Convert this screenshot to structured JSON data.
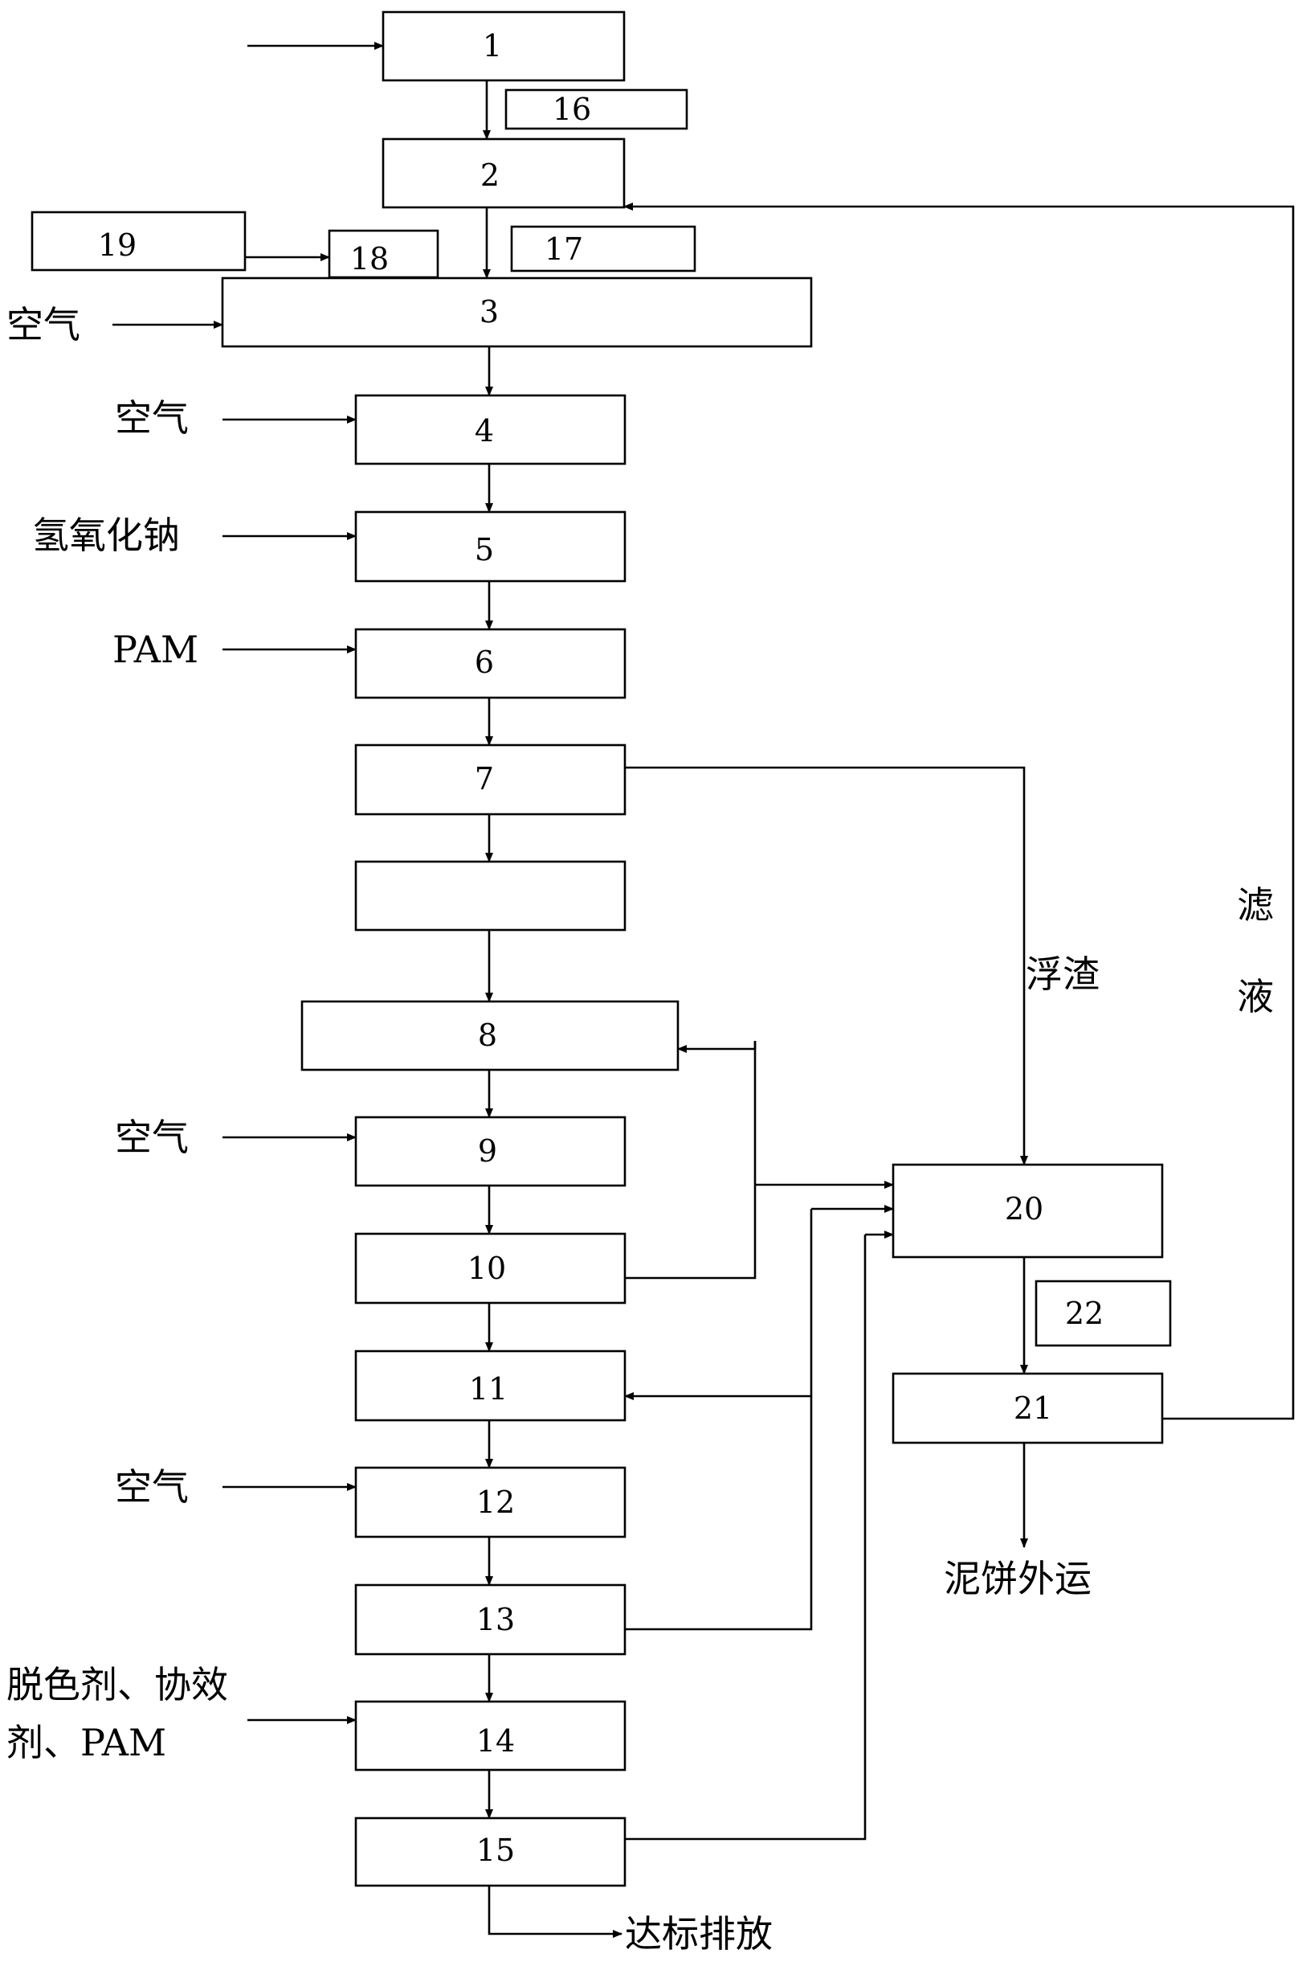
{
  "boxes": {
    "b1": "1",
    "b2": "2",
    "b3": "3",
    "b4": "4",
    "b5": "5",
    "b6": "6",
    "b7": "7",
    "b8": "8",
    "b9": "9",
    "b10": "10",
    "b11": "11",
    "b12": "12",
    "b13": "13",
    "b14": "14",
    "b15": "15",
    "b16": "16",
    "b17": "17",
    "b18": "18",
    "b19": "19",
    "b20": "20",
    "b21": "21",
    "b22": "22"
  },
  "labels": {
    "air": "空气",
    "sodium_hydroxide": "氢氧化钠",
    "pam": "PAM",
    "additives_line1": "脱色剂、协效",
    "additives_line2": "剂、PAM",
    "scum": "浮渣",
    "filtrate_char1": "滤",
    "filtrate_char2": "液",
    "mud_cake": "泥饼外运",
    "discharge": "达标排放"
  }
}
